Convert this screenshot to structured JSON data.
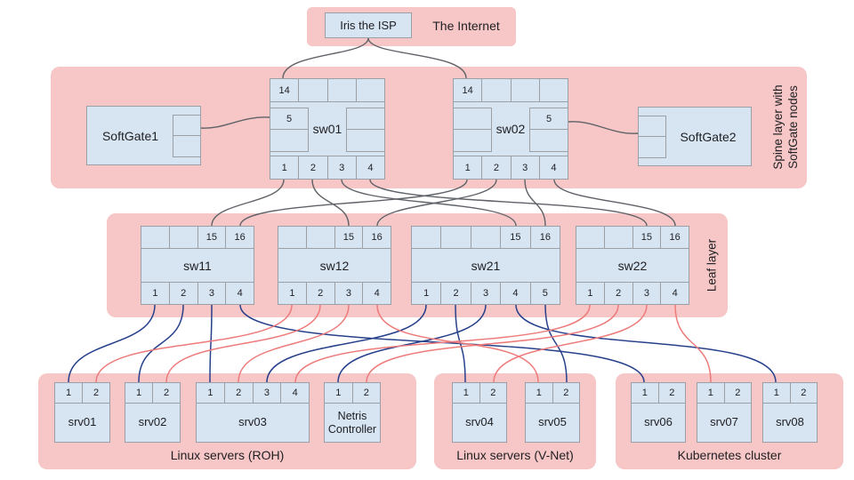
{
  "bands": {
    "internet": {
      "label": "The Internet"
    },
    "spine": {
      "label_line1": "Spine layer with",
      "label_line2": "SoftGate nodes"
    },
    "leaf": {
      "label": "Leaf layer"
    },
    "roh": {
      "label": "Linux servers (ROH)"
    },
    "vnet": {
      "label": "Linux servers (V-Net)"
    },
    "k8s": {
      "label": "Kubernetes cluster"
    }
  },
  "nodes": {
    "iris": {
      "name": "Iris the ISP"
    },
    "softgate1": {
      "name": "SoftGate1"
    },
    "softgate2": {
      "name": "SoftGate2"
    },
    "sw01": {
      "name": "sw01",
      "top_ports": [
        "14",
        "",
        "",
        ""
      ],
      "left_ports": [
        "5",
        ""
      ],
      "right_ports": [
        "",
        ""
      ],
      "bottom_ports": [
        "1",
        "2",
        "3",
        "4"
      ]
    },
    "sw02": {
      "name": "sw02",
      "top_ports": [
        "14",
        "",
        "",
        ""
      ],
      "left_ports": [
        "",
        ""
      ],
      "right_ports": [
        "5",
        ""
      ],
      "bottom_ports": [
        "1",
        "2",
        "3",
        "4"
      ]
    },
    "sw11": {
      "name": "sw11",
      "top_ports": [
        "",
        "",
        "15",
        "16"
      ],
      "bottom_ports": [
        "1",
        "2",
        "3",
        "4"
      ]
    },
    "sw12": {
      "name": "sw12",
      "top_ports": [
        "",
        "",
        "15",
        "16"
      ],
      "bottom_ports": [
        "1",
        "2",
        "3",
        "4"
      ]
    },
    "sw21": {
      "name": "sw21",
      "top_ports": [
        "",
        "",
        "",
        "15",
        "16"
      ],
      "bottom_ports": [
        "1",
        "2",
        "3",
        "4",
        "5"
      ]
    },
    "sw22": {
      "name": "sw22",
      "top_ports": [
        "",
        "",
        "15",
        "16"
      ],
      "bottom_ports": [
        "1",
        "2",
        "3",
        "4"
      ]
    },
    "srv01": {
      "name": "srv01",
      "ports": [
        "1",
        "2"
      ]
    },
    "srv02": {
      "name": "srv02",
      "ports": [
        "1",
        "2"
      ]
    },
    "srv03": {
      "name": "srv03",
      "ports": [
        "1",
        "2",
        "3",
        "4"
      ]
    },
    "netris": {
      "name": "Netris Controller",
      "ports": [
        "1",
        "2"
      ]
    },
    "srv04": {
      "name": "srv04",
      "ports": [
        "1",
        "2"
      ]
    },
    "srv05": {
      "name": "srv05",
      "ports": [
        "1",
        "2"
      ]
    },
    "srv06": {
      "name": "srv06",
      "ports": [
        "1",
        "2"
      ]
    },
    "srv07": {
      "name": "srv07",
      "ports": [
        "1",
        "2"
      ]
    },
    "srv08": {
      "name": "srv08",
      "ports": [
        "1",
        "2"
      ]
    }
  },
  "links": {
    "gray": [
      "iris-sw01:14",
      "iris-sw02:14",
      "softgate1-sw01:5",
      "sw02:5-softgate2",
      "sw01:1-sw11:15",
      "sw01:2-sw12:15",
      "sw01:3-sw21:15",
      "sw01:4-sw22:15",
      "sw02:1-sw11:16",
      "sw02:2-sw12:16",
      "sw02:3-sw21:16",
      "sw02:4-sw22:16"
    ],
    "blue": [
      "sw11:1-srv01:1",
      "sw11:2-srv02:1",
      "sw11:3-srv03:1",
      "sw11:4-srv06:1",
      "sw21:1-srv03:3",
      "sw21:2-srv04:1",
      "sw21:3-netris:1",
      "sw21:4-srv08:1",
      "sw21:5-srv05:2"
    ],
    "red": [
      "sw12:1-srv01:2",
      "sw12:2-srv02:2",
      "sw12:3-srv03:2",
      "sw12:4-srv05:1",
      "sw22:1-srv03:4",
      "sw22:2-netris:2",
      "sw22:3-srv04:2",
      "sw22:4-srv07:1"
    ]
  },
  "colors": {
    "band": "#f7c6c6",
    "node_fill": "#d7e4f2",
    "border": "#9aa0a6",
    "wire_gray": "#5f6368",
    "wire_blue": "#27408b",
    "wire_red": "#ee7b7b"
  }
}
